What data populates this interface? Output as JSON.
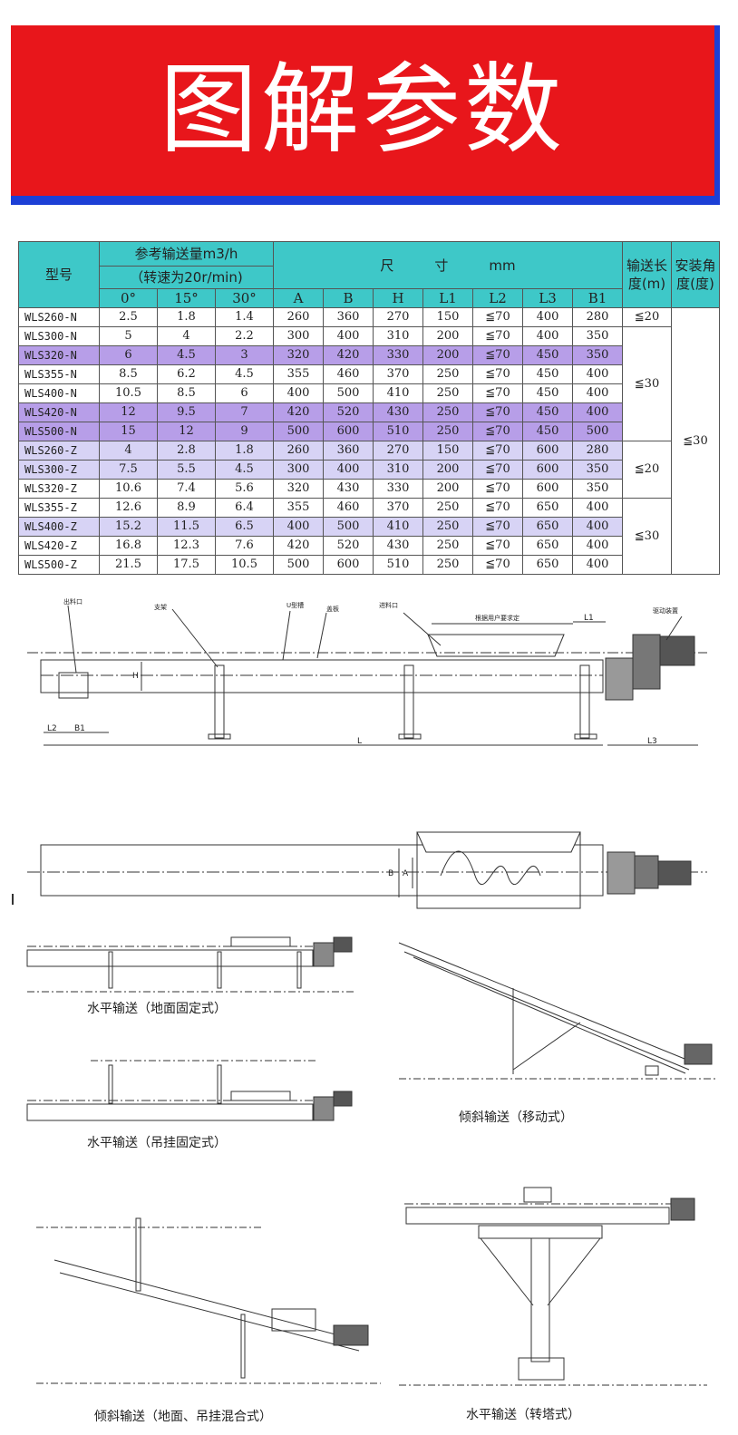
{
  "banner": {
    "title": "图解参数"
  },
  "table": {
    "header": {
      "model": "型号",
      "capacity_title": "参考输送量m3/h",
      "capacity_sub": "（转速为20r/min)",
      "dims_title": "尺　　　寸　　　mm",
      "length": "输送长度(m)",
      "angle": "安装角度(度)",
      "angles": [
        "0°",
        "15°",
        "30°"
      ],
      "dims": [
        "A",
        "B",
        "H",
        "L1",
        "L2",
        "L3",
        "B1"
      ]
    },
    "rows": [
      {
        "model": "WLS260-N",
        "c": [
          "2.5",
          "1.8",
          "1.4"
        ],
        "d": [
          "260",
          "360",
          "270",
          "150",
          "≦70",
          "400",
          "280"
        ]
      },
      {
        "model": "WLS300-N",
        "c": [
          "5",
          "4",
          "2.2"
        ],
        "d": [
          "300",
          "400",
          "310",
          "200",
          "≦70",
          "400",
          "350"
        ]
      },
      {
        "model": "WLS320-N",
        "c": [
          "6",
          "4.5",
          "3"
        ],
        "d": [
          "320",
          "420",
          "330",
          "200",
          "≦70",
          "450",
          "350"
        ]
      },
      {
        "model": "WLS355-N",
        "c": [
          "8.5",
          "6.2",
          "4.5"
        ],
        "d": [
          "355",
          "460",
          "370",
          "250",
          "≦70",
          "450",
          "400"
        ]
      },
      {
        "model": "WLS400-N",
        "c": [
          "10.5",
          "8.5",
          "6"
        ],
        "d": [
          "400",
          "500",
          "410",
          "250",
          "≦70",
          "450",
          "400"
        ]
      },
      {
        "model": "WLS420-N",
        "c": [
          "12",
          "9.5",
          "7"
        ],
        "d": [
          "420",
          "520",
          "430",
          "250",
          "≦70",
          "450",
          "400"
        ]
      },
      {
        "model": "WLS500-N",
        "c": [
          "15",
          "12",
          "9"
        ],
        "d": [
          "500",
          "600",
          "510",
          "250",
          "≦70",
          "450",
          "500"
        ]
      },
      {
        "model": "WLS260-Z",
        "c": [
          "4",
          "2.8",
          "1.8"
        ],
        "d": [
          "260",
          "360",
          "270",
          "150",
          "≦70",
          "600",
          "280"
        ]
      },
      {
        "model": "WLS300-Z",
        "c": [
          "7.5",
          "5.5",
          "4.5"
        ],
        "d": [
          "300",
          "400",
          "310",
          "200",
          "≦70",
          "600",
          "350"
        ]
      },
      {
        "model": "WLS320-Z",
        "c": [
          "10.6",
          "7.4",
          "5.6"
        ],
        "d": [
          "320",
          "430",
          "330",
          "200",
          "≦70",
          "600",
          "350"
        ]
      },
      {
        "model": "WLS355-Z",
        "c": [
          "12.6",
          "8.9",
          "6.4"
        ],
        "d": [
          "355",
          "460",
          "370",
          "250",
          "≦70",
          "650",
          "400"
        ]
      },
      {
        "model": "WLS400-Z",
        "c": [
          "15.2",
          "11.5",
          "6.5"
        ],
        "d": [
          "400",
          "500",
          "410",
          "250",
          "≦70",
          "650",
          "400"
        ]
      },
      {
        "model": "WLS420-Z",
        "c": [
          "16.8",
          "12.3",
          "7.6"
        ],
        "d": [
          "420",
          "520",
          "430",
          "250",
          "≦70",
          "650",
          "400"
        ]
      },
      {
        "model": "WLS500-Z",
        "c": [
          "21.5",
          "17.5",
          "10.5"
        ],
        "d": [
          "500",
          "600",
          "510",
          "250",
          "≦70",
          "650",
          "400"
        ]
      }
    ],
    "row_styles": [
      "",
      "",
      "purple",
      "",
      "",
      "purple",
      "purple",
      "lav",
      "lav",
      "",
      "",
      "lav",
      "",
      ""
    ],
    "length_groups": [
      "≦20",
      "≦30",
      "≦20",
      "≦30"
    ],
    "angle_value": "≦30"
  },
  "drawing": {
    "outlet": "出料口",
    "support": "支架",
    "trough": "U型槽",
    "cover": "盖板",
    "inlet": "进料口",
    "custom": "根据用户要求定",
    "drive": "驱动装置",
    "dims": {
      "L1": "L1",
      "L2": "L2",
      "B1": "B1",
      "L": "L",
      "L3": "L3",
      "H": "H",
      "A": "A",
      "B": "B"
    }
  },
  "captions": {
    "c1": "水平输送（地面固定式）",
    "c2": "倾斜输送（移动式）",
    "c3": "水平输送（吊挂固定式）",
    "c4": "倾斜输送（地面、吊挂混合式）",
    "c5": "水平输送（转塔式）"
  }
}
